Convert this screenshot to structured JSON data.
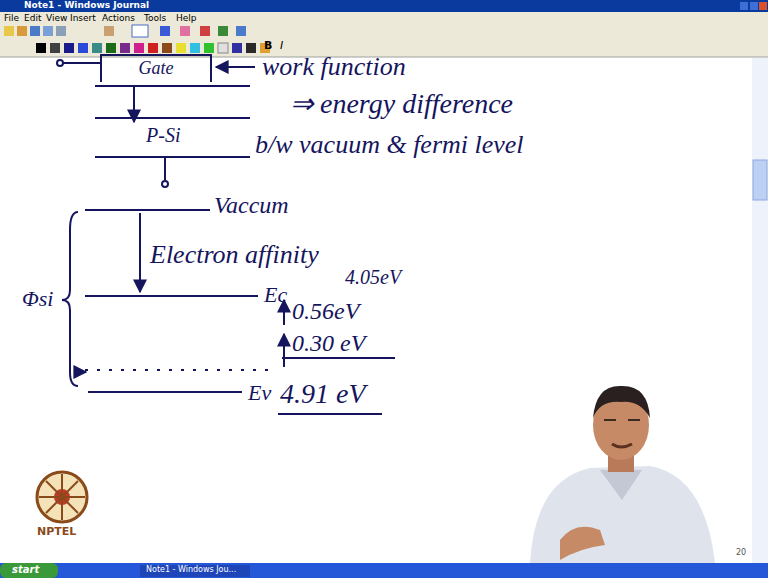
{
  "diagram": {
    "nodes": [
      {
        "text": [
          "Gate"
        ]
      }
    ],
    "labels": [
      "Note1 - Windows Journal",
      "File",
      "Edit",
      "View",
      "Insert",
      "Actions",
      "Tools",
      "Help",
      "work function",
      "P-Si",
      "⇒ energy difference",
      "b/w vacuum & fermi level",
      "Vaccum",
      "Electron affinity",
      "4.05eV",
      "Ec",
      "0.56eV",
      "0.30 eV",
      "Ev",
      "4.91 eV",
      "Φsi",
      "NPTEL",
      "start",
      "Note1 - Windows Jou...",
      "20",
      "B",
      "I"
    ]
  }
}
